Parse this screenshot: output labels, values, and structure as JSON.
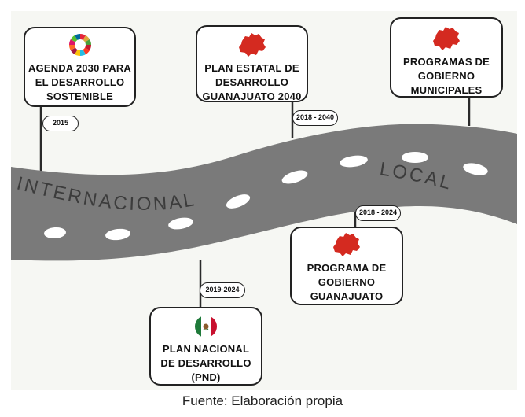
{
  "road": {
    "left_label": "INTERNACIONAL",
    "right_label": "LOCAL"
  },
  "milestones": [
    {
      "title": "AGENDA 2030 PARA\nEL DESARROLLO\nSOSTENIBLE",
      "period": "2015",
      "icon": "sdg-wheel-icon"
    },
    {
      "title": "PLAN ESTATAL DE\nDESARROLLO\nGUANAJUATO 2040",
      "period": "2018 - 2040",
      "icon": "guanajuato-map-icon"
    },
    {
      "title": "PROGRAMAS DE\nGOBIERNO\nMUNICIPALES",
      "period": "",
      "icon": "guanajuato-map-icon"
    },
    {
      "title": "PROGRAMA DE\nGOBIERNO\nGUANAJUATO",
      "period": "2018 - 2024",
      "icon": "guanajuato-map-icon"
    },
    {
      "title": "PLAN NACIONAL\nDE DESARROLLO\n(PND)",
      "period": "2019-2024",
      "icon": "mexico-flag-icon"
    }
  ],
  "caption": "Fuente: Elaboración propia",
  "colors": {
    "road": "#7a7a7a",
    "road_text": "#3c3c3c",
    "map_red": "#d42a20",
    "background": "#f6f7f3"
  }
}
